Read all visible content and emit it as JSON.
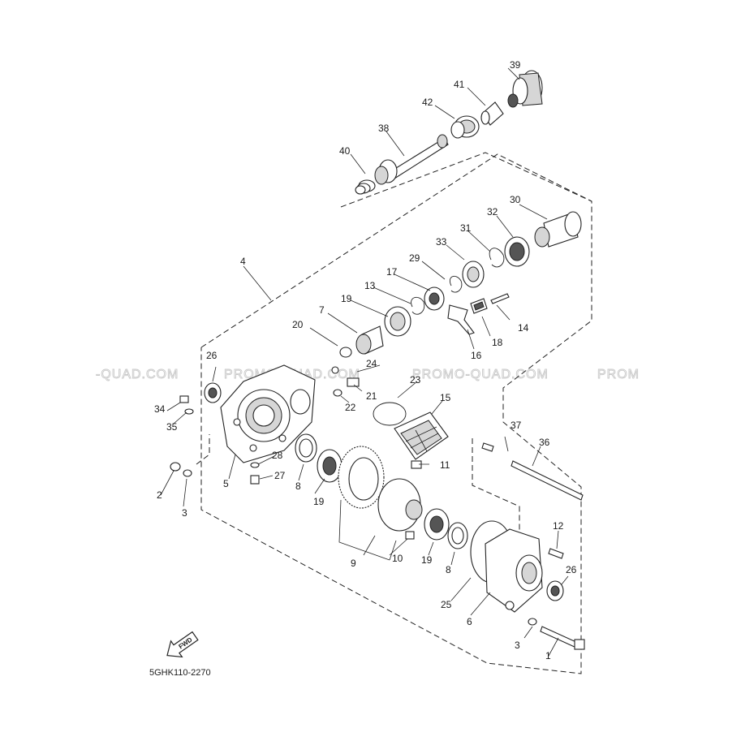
{
  "watermarks": [
    "-QUAD.COM",
    "PROMO-QUAD.COM",
    "PROMO-QUAD.COM",
    "PROM"
  ],
  "diagram_code": "5GHK110-2270",
  "fwd_label": "FWD",
  "callouts": [
    {
      "id": "c1",
      "text": "1"
    },
    {
      "id": "c2",
      "text": "2"
    },
    {
      "id": "c3a",
      "text": "3"
    },
    {
      "id": "c3b",
      "text": "3"
    },
    {
      "id": "c4",
      "text": "4"
    },
    {
      "id": "c5",
      "text": "5"
    },
    {
      "id": "c6",
      "text": "6"
    },
    {
      "id": "c7",
      "text": "7"
    },
    {
      "id": "c8a",
      "text": "8"
    },
    {
      "id": "c8b",
      "text": "8"
    },
    {
      "id": "c9",
      "text": "9"
    },
    {
      "id": "c10",
      "text": "10"
    },
    {
      "id": "c11",
      "text": "11"
    },
    {
      "id": "c12",
      "text": "12"
    },
    {
      "id": "c13",
      "text": "13"
    },
    {
      "id": "c14",
      "text": "14"
    },
    {
      "id": "c15",
      "text": "15"
    },
    {
      "id": "c16",
      "text": "16"
    },
    {
      "id": "c17",
      "text": "17"
    },
    {
      "id": "c18",
      "text": "18"
    },
    {
      "id": "c19a",
      "text": "19"
    },
    {
      "id": "c19b",
      "text": "19"
    },
    {
      "id": "c19c",
      "text": "19"
    },
    {
      "id": "c20",
      "text": "20"
    },
    {
      "id": "c21",
      "text": "21"
    },
    {
      "id": "c22",
      "text": "22"
    },
    {
      "id": "c23",
      "text": "23"
    },
    {
      "id": "c24",
      "text": "24"
    },
    {
      "id": "c25",
      "text": "25"
    },
    {
      "id": "c26a",
      "text": "26"
    },
    {
      "id": "c26b",
      "text": "26"
    },
    {
      "id": "c27",
      "text": "27"
    },
    {
      "id": "c28",
      "text": "28"
    },
    {
      "id": "c29",
      "text": "29"
    },
    {
      "id": "c30",
      "text": "30"
    },
    {
      "id": "c31",
      "text": "31"
    },
    {
      "id": "c32",
      "text": "32"
    },
    {
      "id": "c33",
      "text": "33"
    },
    {
      "id": "c34",
      "text": "34"
    },
    {
      "id": "c35",
      "text": "35"
    },
    {
      "id": "c36",
      "text": "36"
    },
    {
      "id": "c37",
      "text": "37"
    },
    {
      "id": "c38",
      "text": "38"
    },
    {
      "id": "c39",
      "text": "39"
    },
    {
      "id": "c40",
      "text": "40"
    },
    {
      "id": "c41",
      "text": "41"
    },
    {
      "id": "c42",
      "text": "42"
    }
  ]
}
